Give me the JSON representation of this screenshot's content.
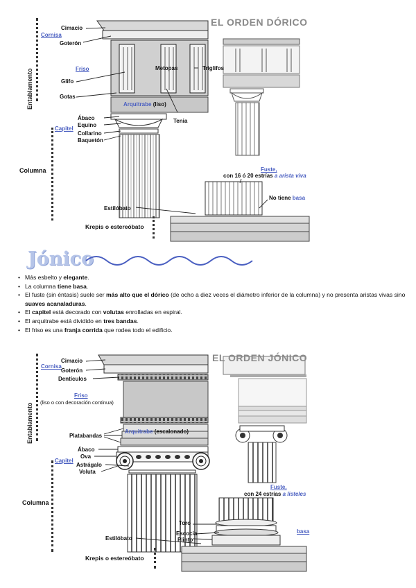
{
  "doric": {
    "title": "EL ORDEN DÓRICO",
    "side_entablamento": "Entablamento",
    "side_columna": "Columna",
    "labels": {
      "cimacio": "Cimacio",
      "cornisa": "Cornisa",
      "goteron": "Goterón",
      "friso": "Friso",
      "metopas": "Metopas",
      "triglifos": "Triglifos",
      "glifo": "Glifo",
      "gotas": "Gotas",
      "arquitrabe": "Arquitrabe",
      "arquitrabe_note": "(liso)",
      "tenia": "Tenia",
      "abaco": "Ábaco",
      "equino": "Equino",
      "capitel": "Capitel",
      "collarino": "Collarino",
      "baqueton": "Baquetón",
      "fuste": "Fuste,",
      "fuste_note_pre": "con 16 ó 20 estrías",
      "fuste_note_link": "a arista viva",
      "no_tiene": "No tiene",
      "basa": "basa",
      "estilobato": "Estilóbato",
      "krepis": "Krepis o estereóbato"
    }
  },
  "section_heading": "Jónico",
  "bullets": [
    {
      "parts": [
        {
          "t": "Más esbelto y "
        },
        {
          "b": "elegante"
        },
        {
          "t": "."
        }
      ]
    },
    {
      "parts": [
        {
          "t": "La columna "
        },
        {
          "b": "tiene basa"
        },
        {
          "t": "."
        }
      ]
    },
    {
      "parts": [
        {
          "t": "El fuste (sin éntasis) suele ser "
        },
        {
          "b": "más alto que el dórico"
        },
        {
          "t": " (de ocho a diez veces el diámetro inferior de la columna) y no presenta aristas vivas sino "
        },
        {
          "b": "suaves acanaladuras"
        },
        {
          "t": "."
        }
      ]
    },
    {
      "parts": [
        {
          "t": "El "
        },
        {
          "b": "capitel"
        },
        {
          "t": " está decorado con "
        },
        {
          "b": "volutas"
        },
        {
          "t": " enrolladas en espiral."
        }
      ]
    },
    {
      "parts": [
        {
          "t": "El arquitrabe está dividido en "
        },
        {
          "b": "tres bandas"
        },
        {
          "t": "."
        }
      ]
    },
    {
      "parts": [
        {
          "t": "El friso es una "
        },
        {
          "b": "franja corrida"
        },
        {
          "t": " que rodea todo el edificio."
        }
      ]
    }
  ],
  "ionic": {
    "title": "EL ORDEN JÓNICO",
    "side_entablamento": "Entablamento",
    "side_columna": "Columna",
    "labels": {
      "cimacio": "Cimacio",
      "cornisa": "Cornisa",
      "goteron": "Goterón",
      "denticulos": "Dentículos",
      "friso": "Friso",
      "friso_note": "(liso o con decoración continua)",
      "platabandas": "Platabandas",
      "arquitrabe": "Arquitrabe",
      "arquitrabe_note": "(escalonado)",
      "abaco": "Ábaco",
      "capitel": "Capitel",
      "ova": "Ova",
      "astragalo": "Astrágalo",
      "voluta": "Voluta",
      "fuste": "Fuste,",
      "fuste_note_pre": "con 24 estrías",
      "fuste_note_link": "a listeles",
      "toro": "Toro",
      "escocia": "Escocia",
      "plinto": "Plinto",
      "basa": "basa",
      "estilobato": "Estilóbato",
      "krepis": "Krepis o estereóbato"
    }
  },
  "colors": {
    "accent_blue": "#4a5fc1",
    "heading_blue": "#b5c4e8",
    "grey_band": "#c8c8c8"
  }
}
